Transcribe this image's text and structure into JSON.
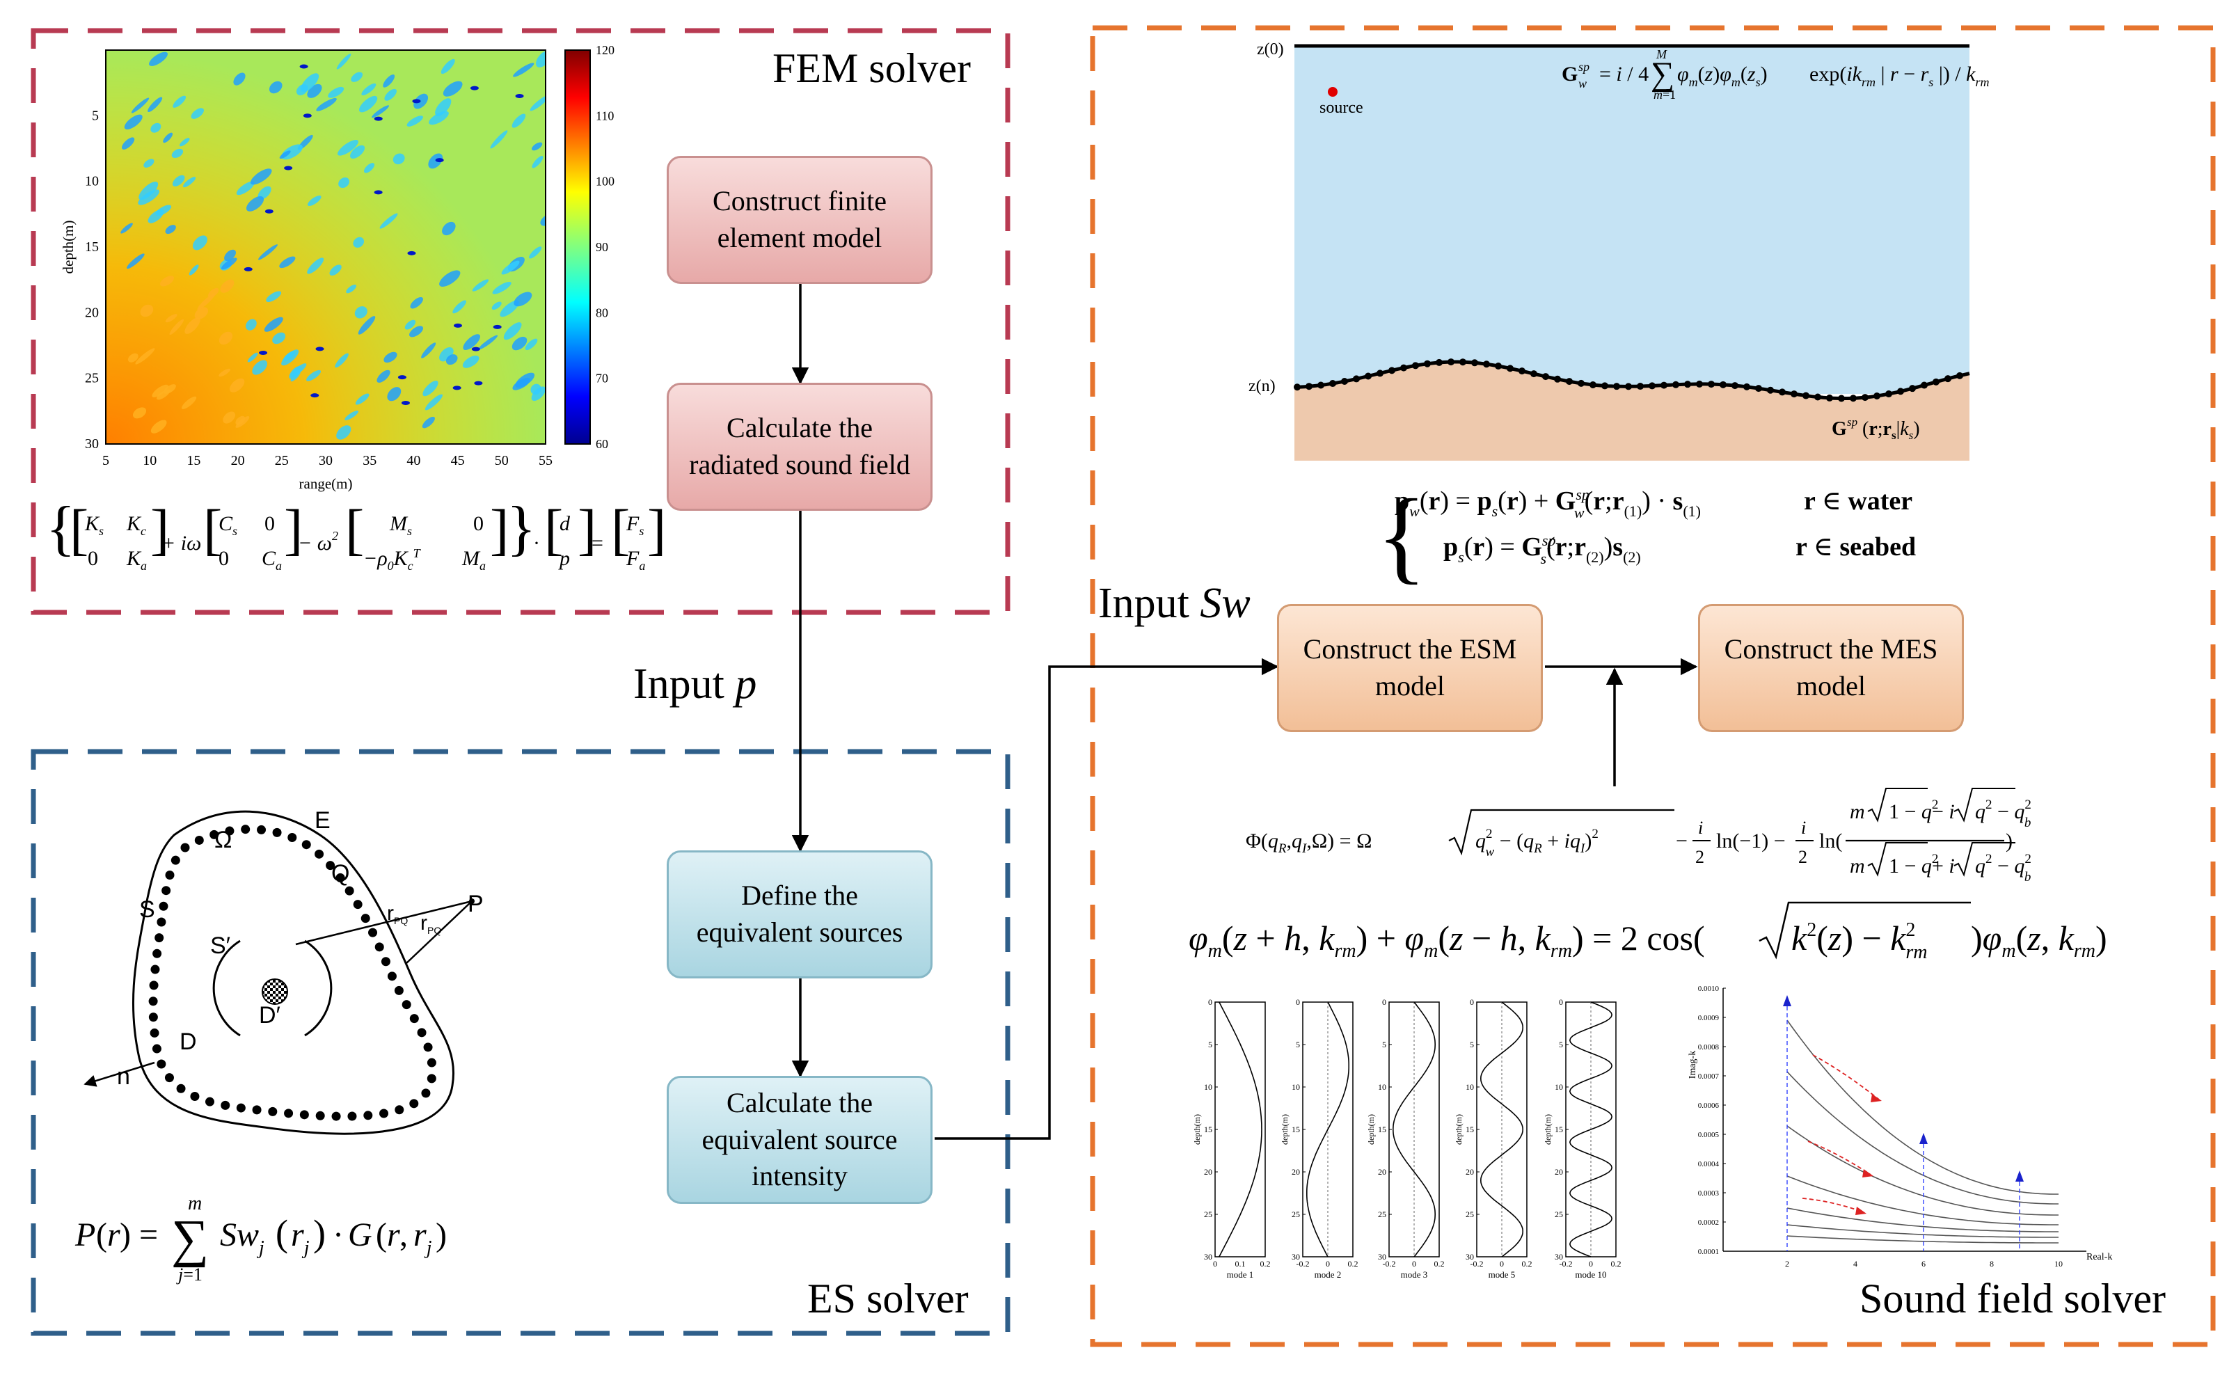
{
  "panels": {
    "fem": {
      "title": "FEM solver"
    },
    "es": {
      "title": "ES solver"
    },
    "sound": {
      "title": "Sound field solver"
    }
  },
  "flow_labels": {
    "input_p_text": "Input",
    "input_p_var": "p",
    "input_sw_text": "Input",
    "input_sw_var": "Sw"
  },
  "boxes": {
    "construct_fem": "Construct finite\nelement model",
    "calc_radiated": "Calculate the\nradiated sound field",
    "define_es": "Define the\nequivalent sources",
    "calc_es_intensity": "Calculate the\nequivalent source\nintensity",
    "construct_esm": "Construct the ESM\nmodel",
    "construct_mes": "Construct the MES\nmodel"
  },
  "colors": {
    "fem_border": "#b83a52",
    "es_border": "#2f5f8a",
    "sound_border": "#e6742e",
    "water": "#c5e3f4",
    "seabed": "#eec9ad"
  },
  "fem_heatmap": {
    "xlabel": "range(m)",
    "ylabel": "depth(m)",
    "x_ticks": [
      "5",
      "10",
      "15",
      "20",
      "25",
      "30",
      "35",
      "40",
      "45",
      "50",
      "55"
    ],
    "y_ticks": [
      "5",
      "10",
      "15",
      "20",
      "25",
      "30"
    ],
    "colorbar_ticks": [
      "120",
      "110",
      "100",
      "90",
      "80",
      "70",
      "60"
    ]
  },
  "es_sketch": {
    "labels": [
      "E",
      "Ω",
      "Q",
      "S",
      "S′",
      "D",
      "D′",
      "P",
      "n"
    ],
    "r_pq": "r",
    "r_pq_sub": "PQ",
    "r_pq2_sub": "PQ"
  },
  "ocean_sketch": {
    "surface_label": "z(0)",
    "bottom_label": "z(n)",
    "source_label": "source"
  },
  "equations": {
    "fem": "{[Ks Kc; 0 Ka] + iω[Cs 0; 0 Ca] − ω²[Ms 0; −ρ0KcT Ma]}·[d; p] = [Fs; Fa]",
    "es": "P(r) = Σ_{j=1}^{m} Sw_j(r_j)·G(r, r_j)",
    "green_water": "G_w^sp = i/4 Σ_{m=1}^{M} φ_m(z)φ_m(z_s) exp(ik_rm |r − r_s|)/k_rm",
    "green_seabed": "G^sp(r;r_s|k_s)",
    "system_line1": "p_w(r) = p_s(r) + G_w^sp(r;r_(1))·s_(1)",
    "system_line1_cond": "r ∈ water",
    "system_line2": "p_s(r) = G_s^sp(r;r_(2))s_(2)",
    "system_line2_cond": "r ∈ seabed",
    "phi_function": "Φ(qR, qI, Ω) = Ω√(qw² − (qR + iqI)²) − i/2 ln(−1) − i/2 ln((m√(1−q²) − i√(q²−qb²))/(m√(1−q²) + i√(q²−qb²)))",
    "recurrence": "φm(z+h,krm) + φm(z−h,krm) = 2cos(√(k²(z) − krm²))φm(z,krm)"
  },
  "mode_plots": {
    "ylabel": "depth(m)",
    "y_ticks": [
      "0",
      "5",
      "10",
      "15",
      "20",
      "25",
      "30"
    ],
    "x_ticks": [
      "-0.2",
      "0",
      "0.2"
    ],
    "first_x_ticks": [
      "0",
      "0.1",
      "0.2"
    ],
    "modes": [
      {
        "label": "mode 1",
        "n": 1
      },
      {
        "label": "mode 2",
        "n": 2
      },
      {
        "label": "mode 3",
        "n": 3
      },
      {
        "label": "mode 5",
        "n": 5
      },
      {
        "label": "mode 10",
        "n": 10
      }
    ]
  },
  "eigen_plot": {
    "xlabel": "Real-k",
    "ylabel": "Imag-k",
    "x_ticks": [
      "2",
      "4",
      "6",
      "8",
      "10"
    ],
    "y_ticks": [
      "0.0010",
      "0.0009",
      "0.0008",
      "0.0007",
      "0.0006",
      "0.0005",
      "0.0004",
      "0.0003",
      "0.0002",
      "0.0001"
    ]
  }
}
